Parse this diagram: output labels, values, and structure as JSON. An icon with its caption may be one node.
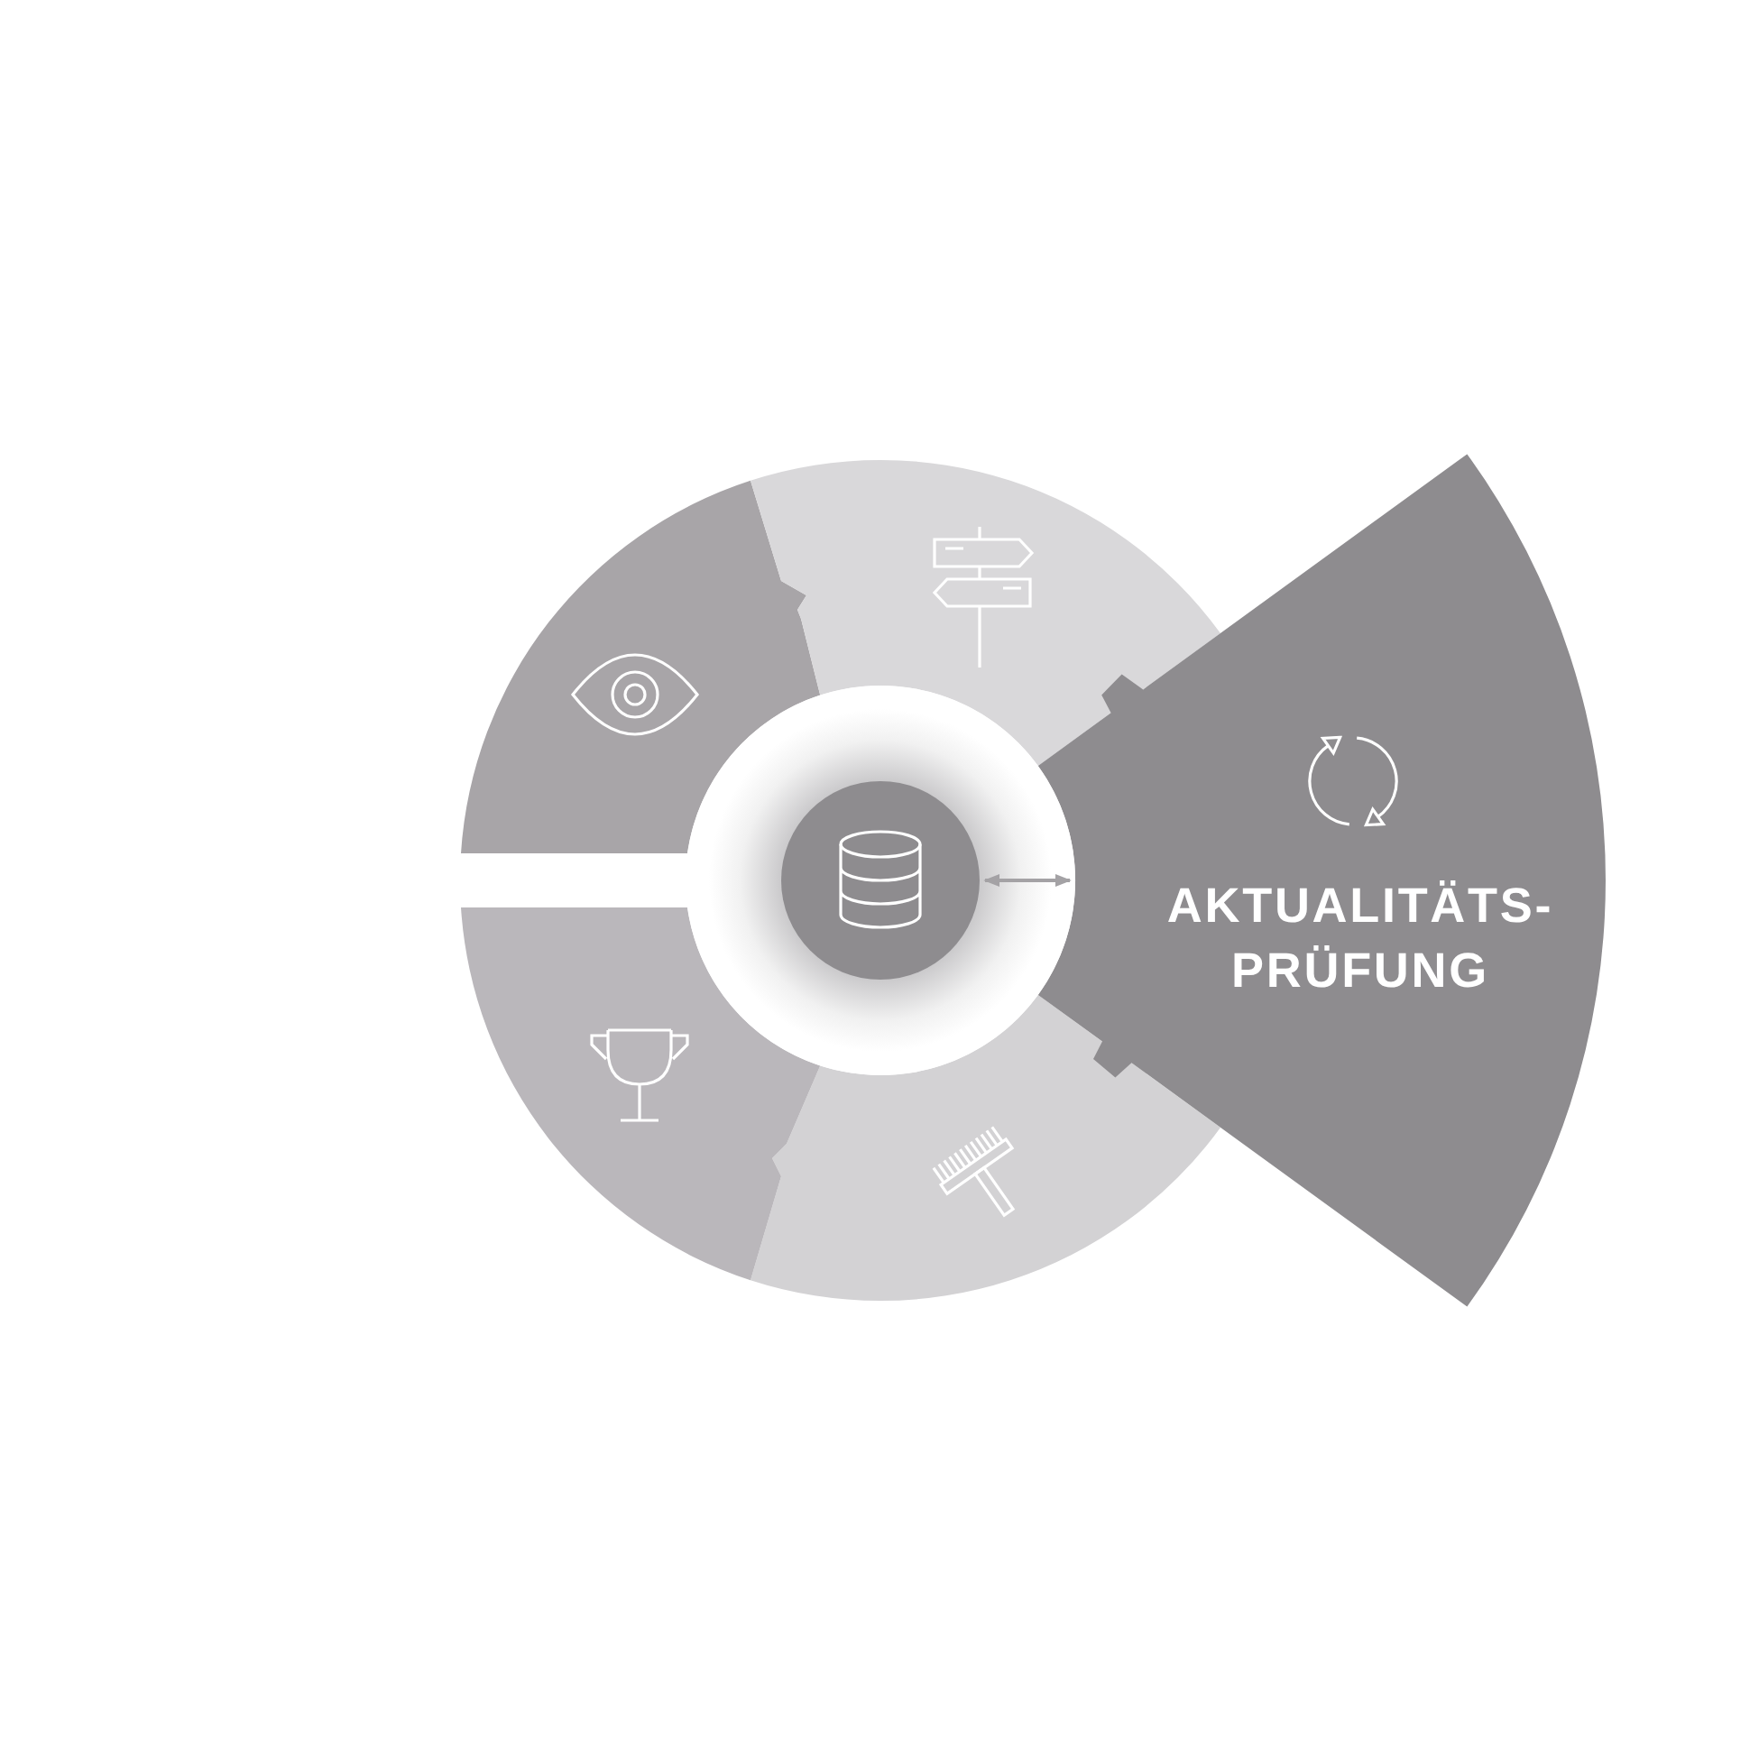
{
  "diagram": {
    "nodes": [
      {
        "text": [],
        "shape": "sector"
      },
      {
        "text": [],
        "shape": "sector"
      },
      {
        "text": [
          "AKTUALITÄTS- PRÜFUNG"
        ]
      },
      {
        "text": [],
        "shape": "sector"
      },
      {
        "text": [],
        "shape": "sector"
      },
      {
        "text": [],
        "shape": "circle"
      }
    ],
    "edges": [
      {
        "from": 5,
        "to": 2,
        "arrow": "both"
      }
    ]
  }
}
